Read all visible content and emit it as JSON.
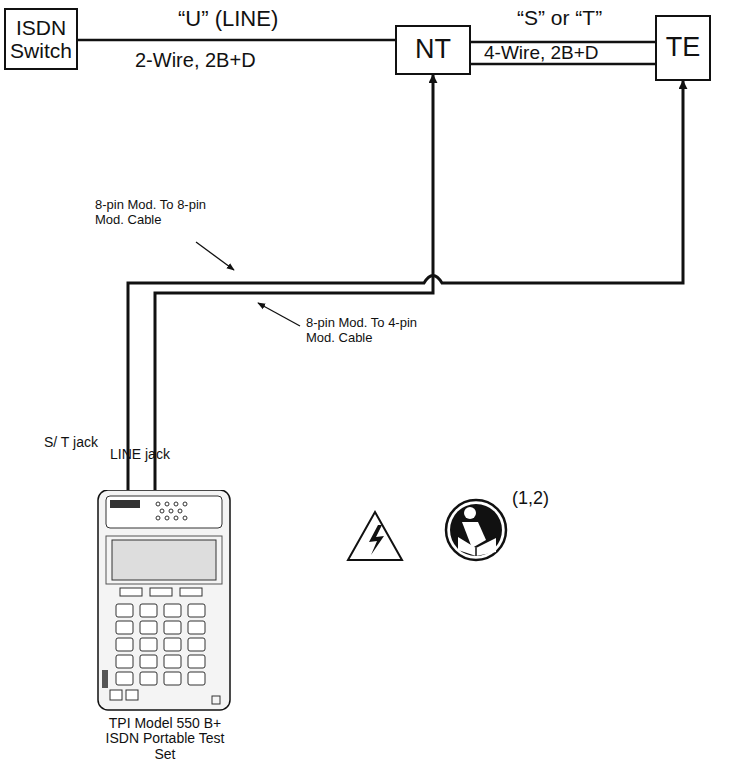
{
  "diagram": {
    "nodes": [
      {
        "text": [
          "ISDN Switch"
        ]
      },
      {
        "text": [
          "NT"
        ]
      },
      {
        "text": [
          "TE"
        ]
      },
      {
        "text": [
          "TPI Model 550 B+ ISDN Portable Test Set"
        ]
      }
    ],
    "edges": [
      {
        "from": 0,
        "to": 1,
        "arrow": "none",
        "label": "“U” (LINE)"
      },
      {
        "from": 1,
        "to": 2,
        "arrow": "none",
        "label": "“S” or “T”"
      },
      {
        "from": 3,
        "to": 1,
        "arrow": "to"
      },
      {
        "from": 3,
        "to": 2,
        "arrow": "to"
      }
    ],
    "labels": [
      "2-Wire, 2B+D",
      "4-Wire, 2B+D",
      "8-pin Mod. To 8-pin Mod. Cable",
      "8-pin Mod. To 4-pin Mod. Cable",
      "S/ T jack",
      "LINE jack",
      "(1,2)"
    ]
  }
}
